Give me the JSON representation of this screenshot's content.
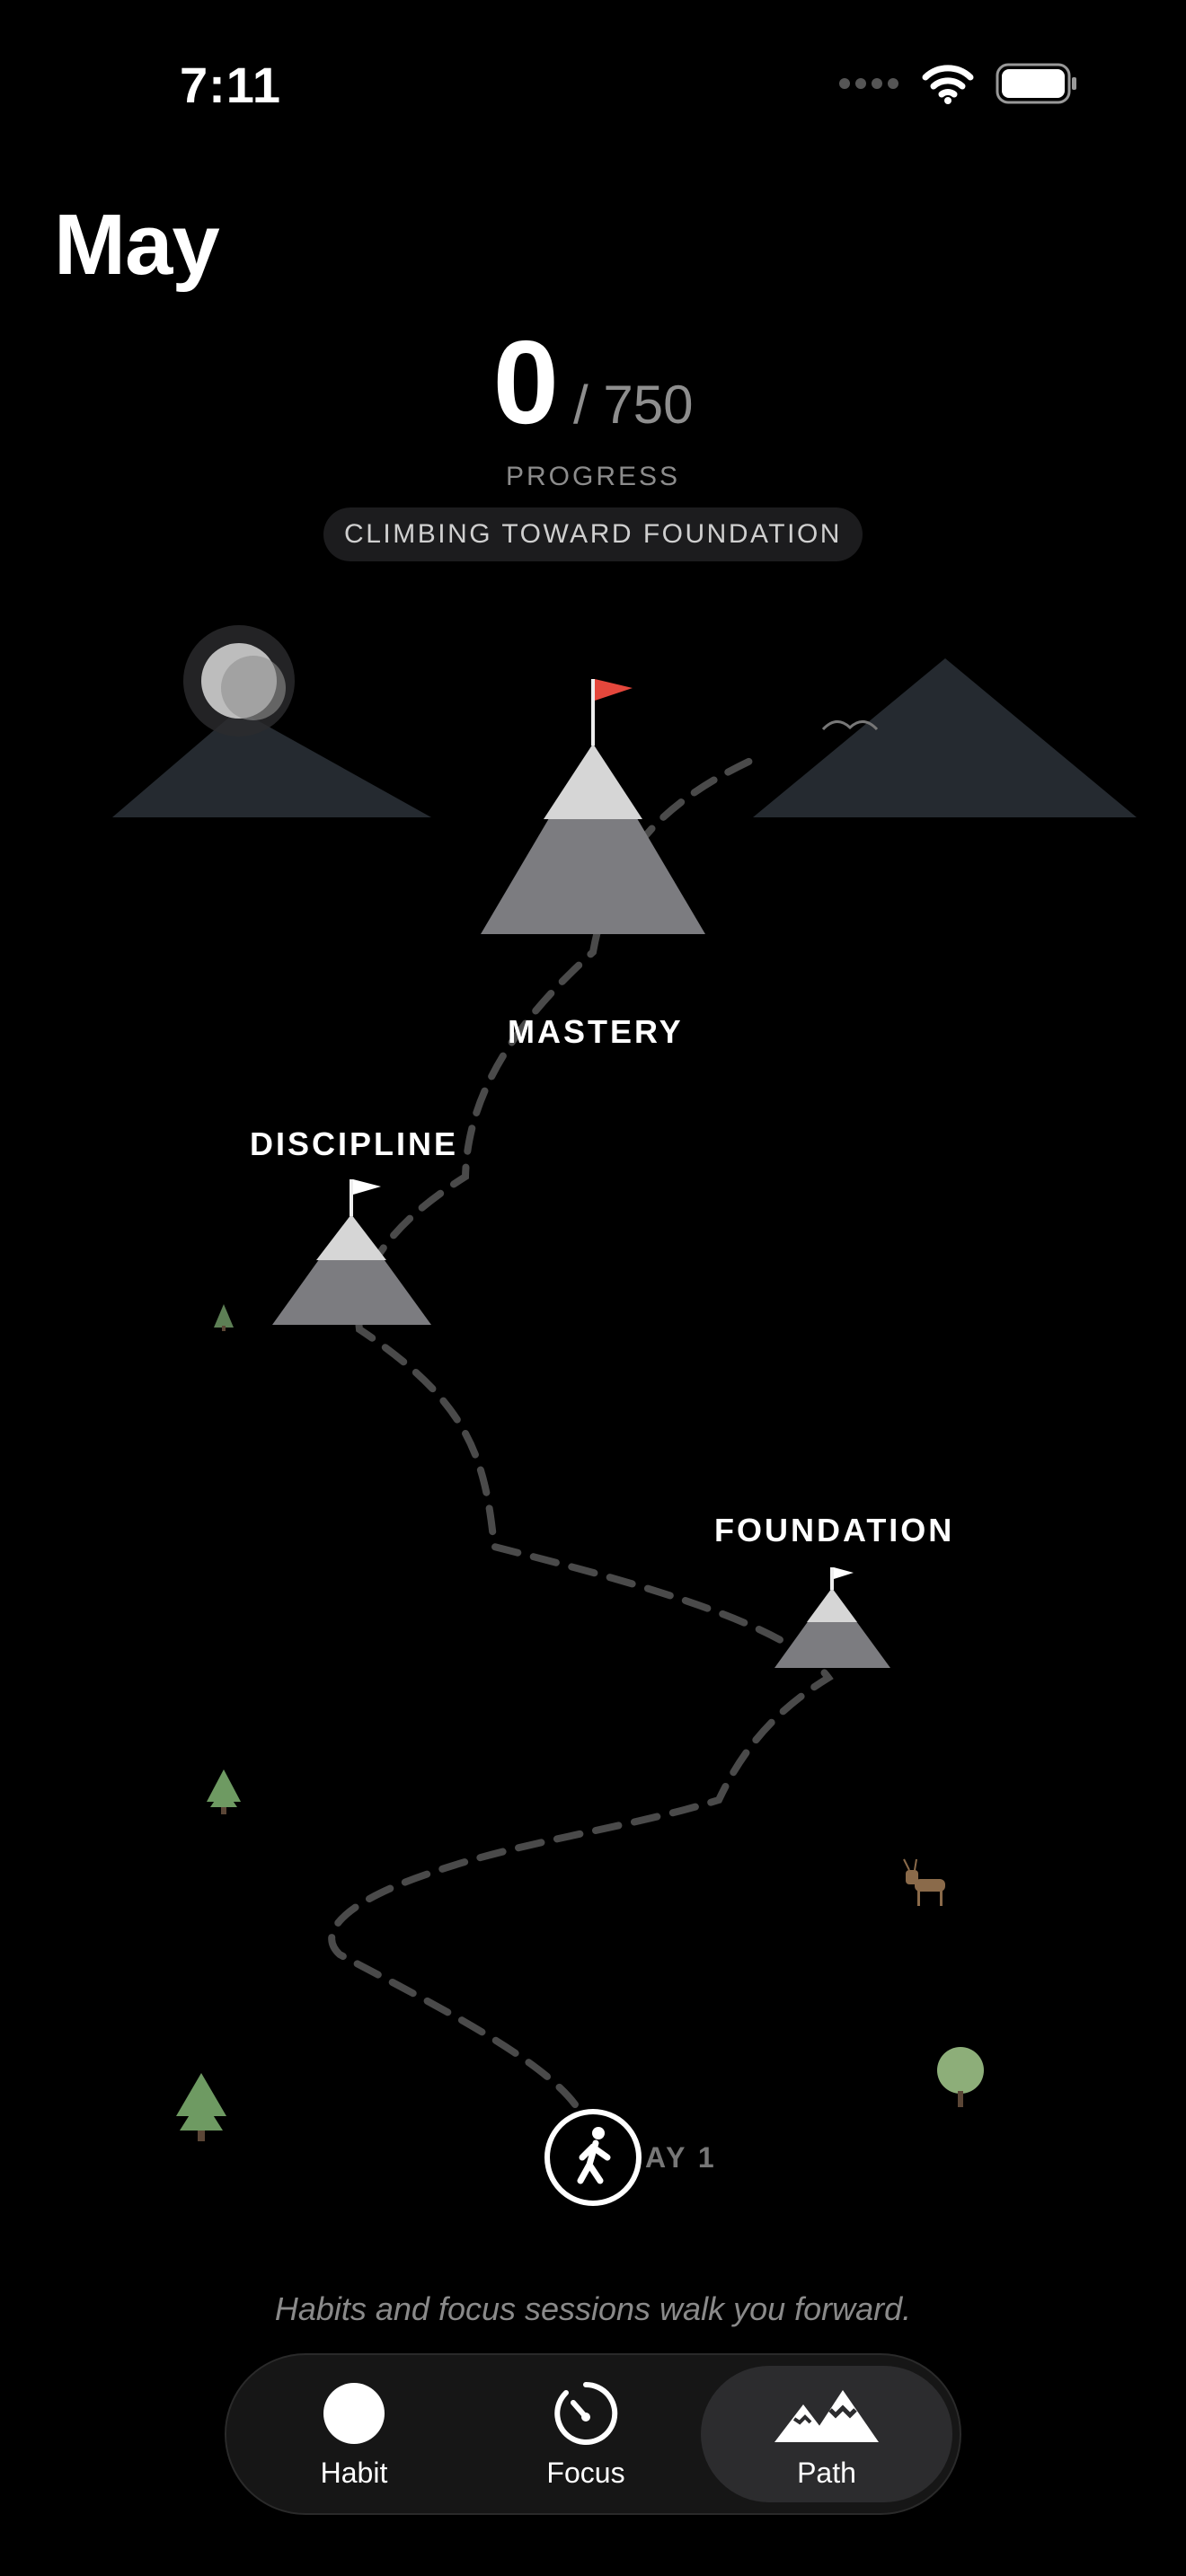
{
  "status_bar": {
    "time": "7:11"
  },
  "header": {
    "month": "May"
  },
  "progress": {
    "current": "0",
    "total": "/ 750",
    "label": "PROGRESS",
    "status": "CLIMBING TOWARD FOUNDATION",
    "fraction": 0
  },
  "map": {
    "milestones": [
      {
        "name": "MASTERY",
        "flag_color": "#e5473c"
      },
      {
        "name": "DISCIPLINE",
        "flag_color": "#ffffff"
      },
      {
        "name": "FOUNDATION",
        "flag_color": "#ffffff"
      }
    ],
    "start_label": "AY 1",
    "icons": [
      "moon-icon",
      "bird-icon",
      "pine-tree-icon",
      "deer-icon",
      "round-tree-icon",
      "walking-person-icon"
    ]
  },
  "footer": {
    "hint": "Habits and focus sessions walk you forward."
  },
  "tabs": [
    {
      "label": "Habit",
      "icon": "circle-icon",
      "active": false
    },
    {
      "label": "Focus",
      "icon": "timer-icon",
      "active": false
    },
    {
      "label": "Path",
      "icon": "mountains-icon",
      "active": true
    }
  ],
  "colors": {
    "background": "#000000",
    "mountain_gray": "#7c7c80",
    "snow": "#d6d6d6",
    "far_mountain": "#252a30",
    "tree_green": "#6e9a62",
    "path_dash": "#4a4a4a"
  }
}
